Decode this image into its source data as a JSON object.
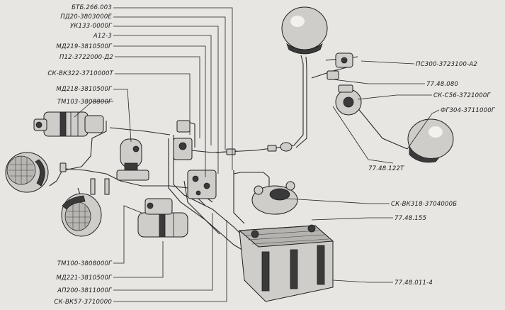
{
  "labels": {
    "left_top": [
      "БТБ.266.003",
      "ПД20-3803000Е",
      "УК133-0000Г",
      "А12-3",
      "МД219-3810500Г",
      "П12-3722000-Д2",
      "СК-ВК322-3710000Т",
      "МД218-3810500Г",
      "ТМ103-3808800Г"
    ],
    "left_bottom": [
      "ТМ100-3808000Г",
      "МД221-3810500Г",
      "АП200-3811000Г",
      "СК-ВК57-3710000"
    ],
    "right": [
      "ПС300-3723100-А2",
      "77.48.080",
      "СК-С56-3721000Г",
      "ФГ304-3711000Г",
      "77.48.122Т",
      "СК-ВК318-3704000Б",
      "77.48.155",
      "77.48.011-4"
    ]
  }
}
